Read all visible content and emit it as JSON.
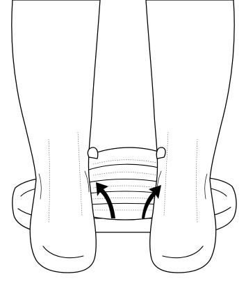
{
  "figure": {
    "background": "#ffffff",
    "ink": "#000000",
    "shading": "#555555",
    "arrows": [
      {
        "direction": "upward-curved",
        "side": "left"
      },
      {
        "direction": "upward-curved",
        "side": "right"
      }
    ]
  }
}
